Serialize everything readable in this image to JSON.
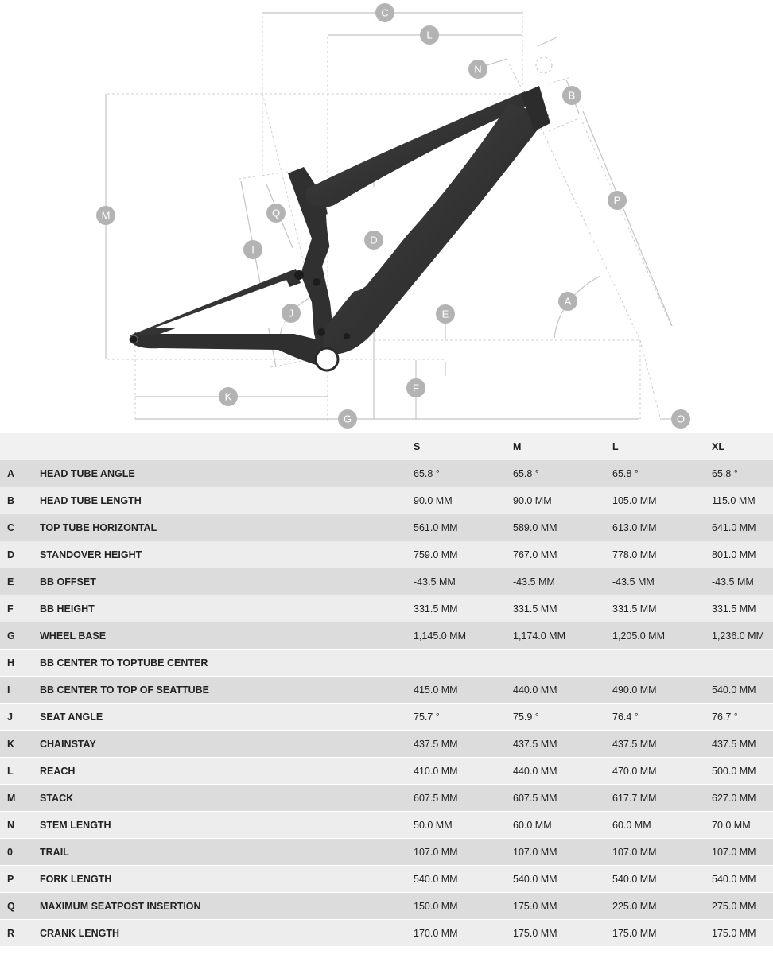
{
  "labels": {
    "a": "A",
    "b": "B",
    "c": "C",
    "d": "D",
    "e": "E",
    "f": "F",
    "g": "G",
    "i": "I",
    "j": "J",
    "k": "K",
    "l": "L",
    "m": "M",
    "n": "N",
    "o": "O",
    "p": "P",
    "q": "Q"
  },
  "colors": {
    "frame": "#3a3a3a",
    "dimension": "#c4c4c4",
    "label": "#b3b3b3",
    "row_odd": "#dcdcdc",
    "row_even": "#ededed",
    "header": "#f1f1f1"
  },
  "table": {
    "sizes": [
      "S",
      "M",
      "L",
      "XL"
    ],
    "rows": [
      {
        "letter": "A",
        "label": "HEAD TUBE ANGLE",
        "values": [
          "65.8 °",
          "65.8 °",
          "65.8 °",
          "65.8 °"
        ]
      },
      {
        "letter": "B",
        "label": "HEAD TUBE LENGTH",
        "values": [
          "90.0 MM",
          "90.0 MM",
          "105.0 MM",
          "115.0 MM"
        ]
      },
      {
        "letter": "C",
        "label": "TOP TUBE HORIZONTAL",
        "values": [
          "561.0 MM",
          "589.0 MM",
          "613.0 MM",
          "641.0 MM"
        ]
      },
      {
        "letter": "D",
        "label": "STANDOVER HEIGHT",
        "values": [
          "759.0 MM",
          "767.0 MM",
          "778.0 MM",
          "801.0 MM"
        ]
      },
      {
        "letter": "E",
        "label": "BB OFFSET",
        "values": [
          "-43.5 MM",
          "-43.5 MM",
          "-43.5 MM",
          "-43.5 MM"
        ]
      },
      {
        "letter": "F",
        "label": "BB HEIGHT",
        "values": [
          "331.5 MM",
          "331.5 MM",
          "331.5 MM",
          "331.5 MM"
        ]
      },
      {
        "letter": "G",
        "label": "WHEEL BASE",
        "values": [
          "1,145.0 MM",
          "1,174.0 MM",
          "1,205.0 MM",
          "1,236.0 MM"
        ]
      },
      {
        "letter": "H",
        "label": "BB CENTER TO TOPTUBE CENTER",
        "values": [
          "",
          "",
          "",
          ""
        ]
      },
      {
        "letter": "I",
        "label": "BB CENTER TO TOP OF SEATTUBE",
        "values": [
          "415.0 MM",
          "440.0 MM",
          "490.0 MM",
          "540.0 MM"
        ]
      },
      {
        "letter": "J",
        "label": "SEAT ANGLE",
        "values": [
          "75.7 °",
          "75.9 °",
          "76.4 °",
          "76.7 °"
        ]
      },
      {
        "letter": "K",
        "label": "CHAINSTAY",
        "values": [
          "437.5 MM",
          "437.5 MM",
          "437.5 MM",
          "437.5 MM"
        ]
      },
      {
        "letter": "L",
        "label": "REACH",
        "values": [
          "410.0 MM",
          "440.0 MM",
          "470.0 MM",
          "500.0 MM"
        ]
      },
      {
        "letter": "M",
        "label": "STACK",
        "values": [
          "607.5 MM",
          "607.5 MM",
          "617.7 MM",
          "627.0 MM"
        ]
      },
      {
        "letter": "N",
        "label": "STEM LENGTH",
        "values": [
          "50.0 MM",
          "60.0 MM",
          "60.0 MM",
          "70.0 MM"
        ]
      },
      {
        "letter": "0",
        "label": "TRAIL",
        "values": [
          "107.0 MM",
          "107.0 MM",
          "107.0 MM",
          "107.0 MM"
        ]
      },
      {
        "letter": "P",
        "label": "FORK LENGTH",
        "values": [
          "540.0 MM",
          "540.0 MM",
          "540.0 MM",
          "540.0 MM"
        ]
      },
      {
        "letter": "Q",
        "label": "MAXIMUM SEATPOST INSERTION",
        "values": [
          "150.0 MM",
          "175.0 MM",
          "225.0 MM",
          "275.0 MM"
        ]
      },
      {
        "letter": "R",
        "label": "CRANK LENGTH",
        "values": [
          "170.0 MM",
          "175.0 MM",
          "175.0 MM",
          "175.0 MM"
        ]
      }
    ]
  }
}
